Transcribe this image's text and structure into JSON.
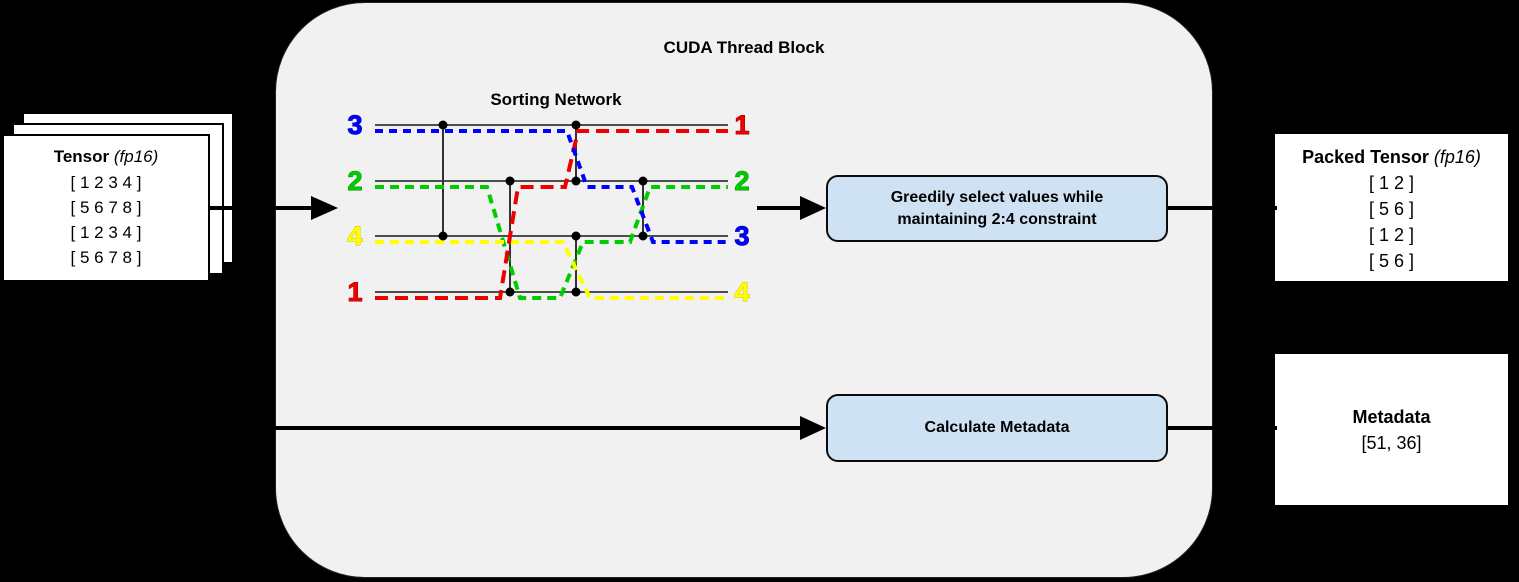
{
  "colors": {
    "canvas_bg": "#000000",
    "container_bg": "#f1f1f1",
    "process_box_bg": "#cfe2f3",
    "wire": "#4d4d4d",
    "blue": "#0000ff",
    "green": "#00cc00",
    "yellow": "#ffff00",
    "red": "#ee0000"
  },
  "tensor": {
    "title": "Tensor",
    "dtype": "(fp16)",
    "rows": [
      "[ 1 2 3 4 ]",
      "[ 5 6 7 8 ]",
      "[ 1 2 3 4 ]",
      "[ 5 6 7 8 ]"
    ]
  },
  "cuda_block": {
    "title": "CUDA Thread Block"
  },
  "sorting_network": {
    "title": "Sorting Network",
    "left_labels": [
      "3",
      "2",
      "4",
      "1"
    ],
    "right_labels": [
      "1",
      "2",
      "3",
      "4"
    ]
  },
  "process": {
    "greedy_line1": "Greedily select values while",
    "greedy_line2": "maintaining 2:4 constraint",
    "calculate": "Calculate Metadata"
  },
  "packed_tensor": {
    "title": "Packed Tensor",
    "dtype": "(fp16)",
    "rows": [
      "[ 1 2 ]",
      "[ 5 6 ]",
      "[ 1 2 ]",
      "[ 5 6 ]"
    ]
  },
  "metadata": {
    "title": "Metadata",
    "value": "[51, 36]"
  }
}
